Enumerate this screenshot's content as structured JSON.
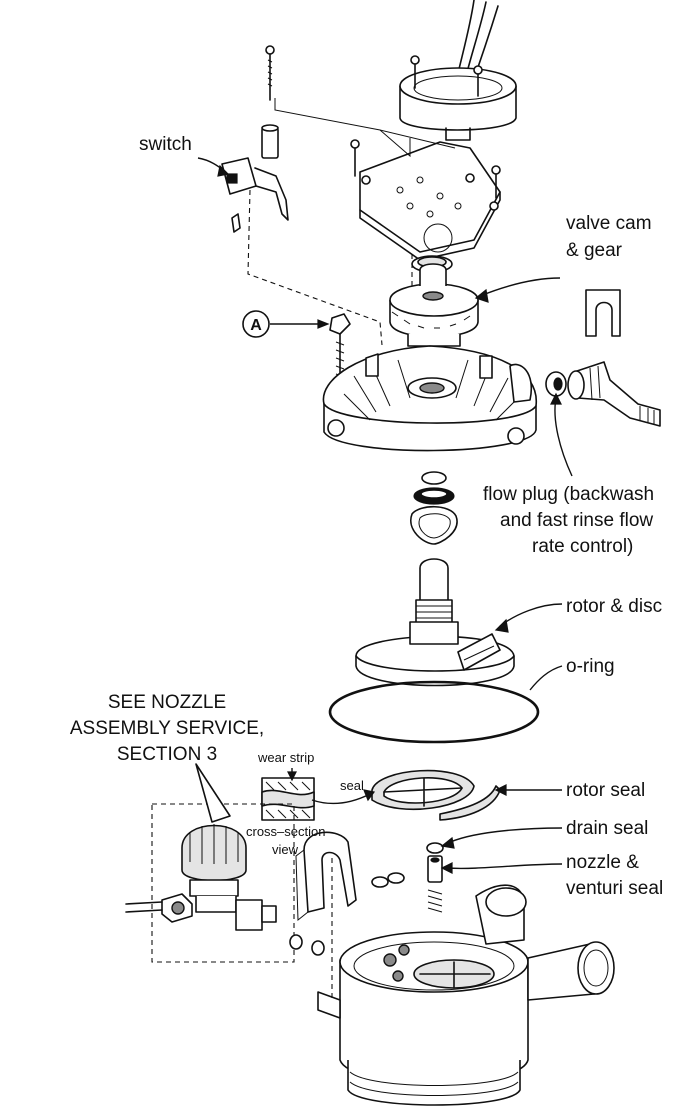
{
  "labels": {
    "switch": "switch",
    "valve_cam_1": "valve cam",
    "valve_cam_2": "& gear",
    "callout_a": "A",
    "flow_plug_1": "flow plug (backwash",
    "flow_plug_2": "and fast rinse flow",
    "flow_plug_3": "rate control)",
    "rotor_disc": "rotor & disc",
    "o_ring": "o-ring",
    "see_nozzle_1": "SEE NOZZLE",
    "see_nozzle_2": "ASSEMBLY SERVICE,",
    "see_nozzle_3": "SECTION 3",
    "wear_strip": "wear strip",
    "seal": "seal",
    "cross_section_1": "cross–section",
    "cross_section_2": "view",
    "rotor_seal": "rotor seal",
    "drain_seal": "drain seal",
    "nozzle_venturi_1": "nozzle &",
    "nozzle_venturi_2": "venturi seal"
  },
  "colors": {
    "ink": "#111111",
    "paper": "#ffffff",
    "shade": "#e4e4e4"
  }
}
